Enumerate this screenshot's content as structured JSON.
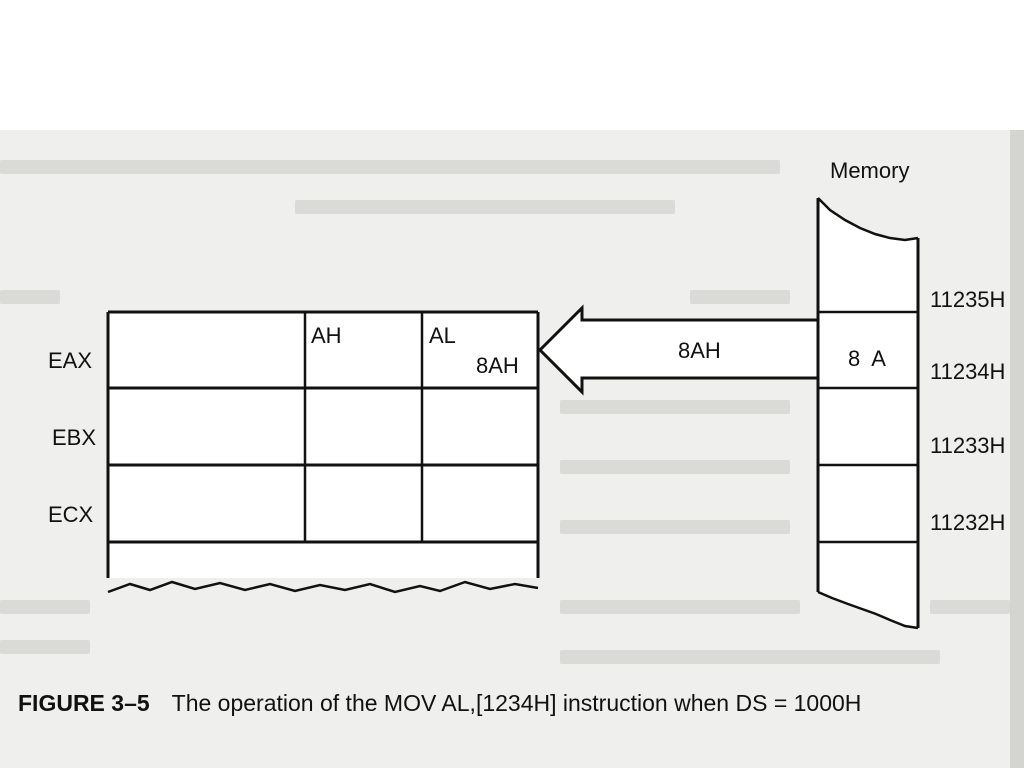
{
  "registers": {
    "rows": [
      {
        "name": "EAX"
      },
      {
        "name": "EBX"
      },
      {
        "name": "ECX"
      }
    ],
    "high_byte_label": "AH",
    "low_byte_label": "AL",
    "al_value": "8AH"
  },
  "transfer": {
    "arrow_label": "8AH"
  },
  "memory": {
    "title": "Memory",
    "cell_value": "8  A",
    "addresses": [
      "11235H",
      "11234H",
      "11233H",
      "11232H"
    ]
  },
  "caption": {
    "figure_number": "FIGURE 3–5",
    "text": "The operation of the MOV AL,[1234H] instruction when DS = 1000H"
  }
}
